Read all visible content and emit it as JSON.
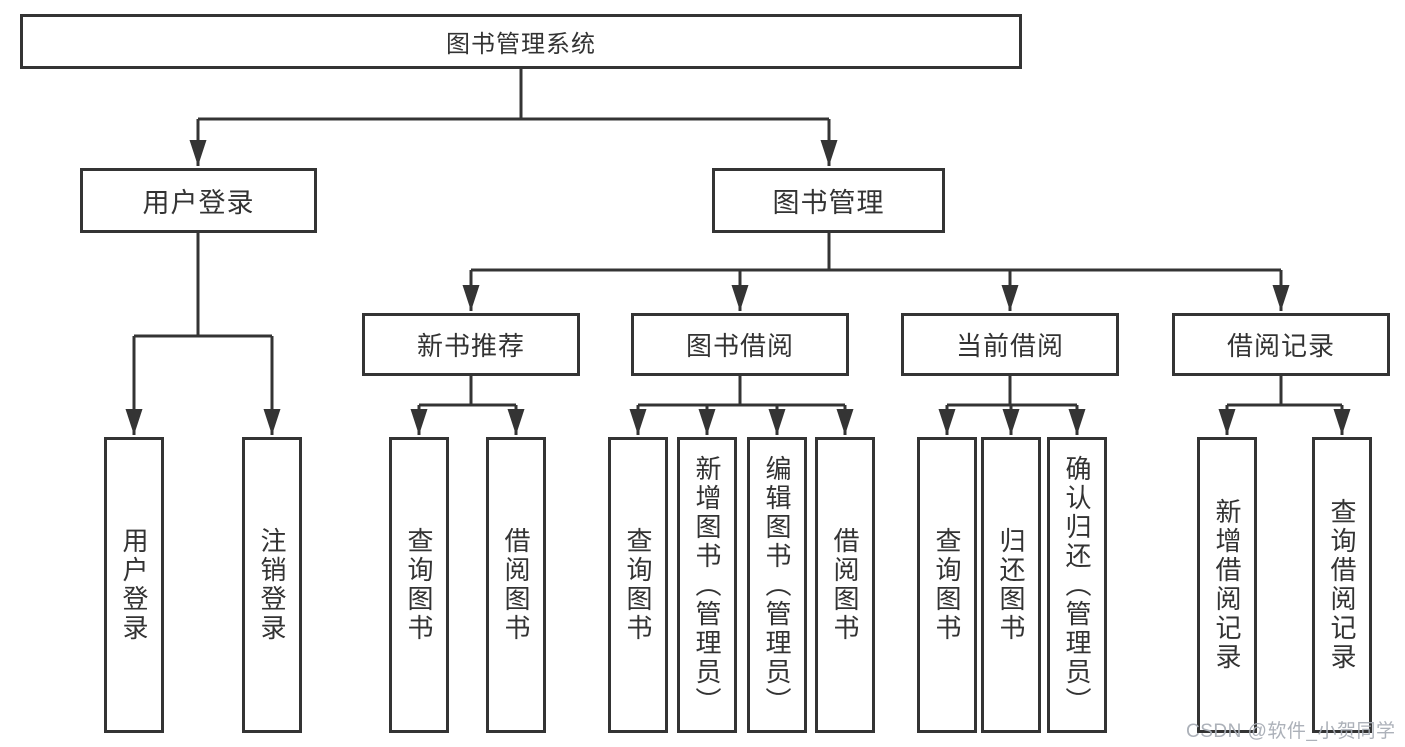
{
  "tree": {
    "root": "图书管理系统",
    "user": {
      "label": "用户登录",
      "children": [
        "用户登录",
        "注销登录"
      ]
    },
    "mgmt": {
      "label": "图书管理",
      "sections": [
        {
          "label": "新书推荐",
          "children": [
            "查询图书",
            "借阅图书"
          ]
        },
        {
          "label": "图书借阅",
          "children": [
            "查询图书",
            "新增图书（管理员）",
            "编辑图书（管理员）",
            "借阅图书"
          ]
        },
        {
          "label": "当前借阅",
          "children": [
            "查询图书",
            "归还图书",
            "确认归还（管理员）"
          ]
        },
        {
          "label": "借阅记录",
          "children": [
            "新增借阅记录",
            "查询借阅记录"
          ]
        }
      ]
    }
  },
  "watermark": "CSDN @软件_小贺同学",
  "colors": {
    "line": "#343434",
    "text": "#333333",
    "box_background": "#ffffff",
    "watermark": "#a8adb5"
  }
}
